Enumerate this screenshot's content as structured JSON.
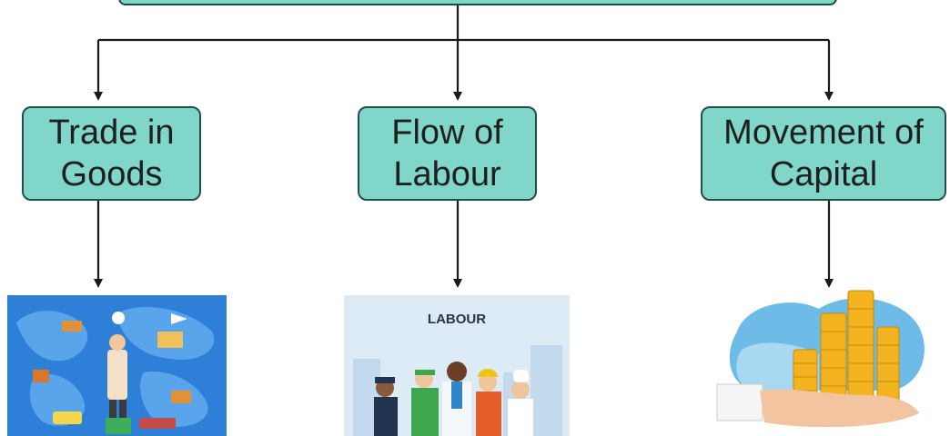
{
  "nodes": [
    {
      "id": "trade",
      "label": "Trade in\nGoods"
    },
    {
      "id": "labour",
      "label": "Flow of\nLabour"
    },
    {
      "id": "capital",
      "label": "Movement of\nCapital"
    }
  ],
  "illustrations": {
    "trade": {
      "icon": "world-trade-illustration"
    },
    "labour": {
      "icon": "workers-illustration",
      "caption": "LABOUR"
    },
    "capital": {
      "icon": "coins-in-hand-illustration"
    }
  },
  "colors": {
    "node_fill": "#7fd6c9",
    "node_border": "#244f4a",
    "connector": "#1a1a1a",
    "trade_bg": "#2e7fd8",
    "labour_bg": "#dcebf6",
    "coin": "#f2b31e"
  }
}
